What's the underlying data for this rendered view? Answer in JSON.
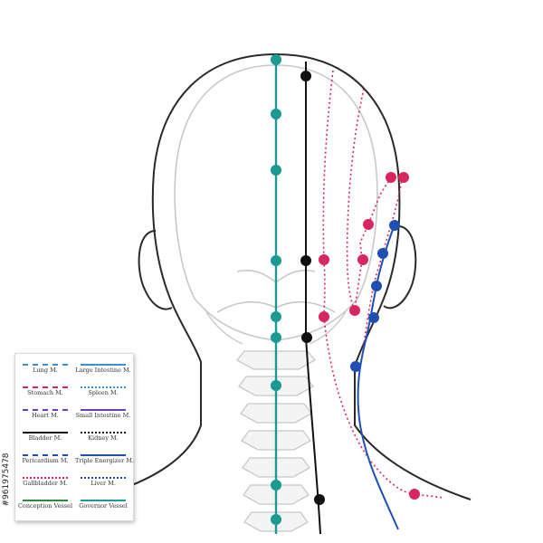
{
  "figure": {
    "stock_id": "#961975478"
  },
  "colors": {
    "governor": "#1a9a93",
    "bladder": "#111111",
    "gallbladder": "#d9265f",
    "triple_energizer": "#1f4fb5",
    "outline": "#2a2a2a",
    "bone": "#c8c8c8"
  },
  "legend": {
    "items": [
      {
        "label": "Lung M.",
        "color": "#3a8fd0",
        "style": "dashed"
      },
      {
        "label": "Large Intestine M.",
        "color": "#3a8fd0",
        "style": "solid"
      },
      {
        "label": "Stomach M.",
        "color": "#d9265f",
        "style": "dashed"
      },
      {
        "label": "Spleen M.",
        "color": "#3a8fd0",
        "style": "dotted"
      },
      {
        "label": "Heart M.",
        "color": "#6a3fb5",
        "style": "dashed"
      },
      {
        "label": "Small Intestine M.",
        "color": "#6a3fb5",
        "style": "solid"
      },
      {
        "label": "Bladder M.",
        "color": "#111111",
        "style": "solid"
      },
      {
        "label": "Kidney M.",
        "color": "#111111",
        "style": "dotted"
      },
      {
        "label": "Pericardium M.",
        "color": "#1f4fb5",
        "style": "dashed"
      },
      {
        "label": "Triple Energizer M.",
        "color": "#1f4fb5",
        "style": "solid"
      },
      {
        "label": "Gallbladder M.",
        "color": "#d9265f",
        "style": "dotted"
      },
      {
        "label": "Liver M.",
        "color": "#1f4fb5",
        "style": "dotted"
      },
      {
        "label": "Conception Vessel",
        "color": "#2a8a3a",
        "style": "solid"
      },
      {
        "label": "Governor Vessel",
        "color": "#1a9a93",
        "style": "solid"
      }
    ]
  }
}
